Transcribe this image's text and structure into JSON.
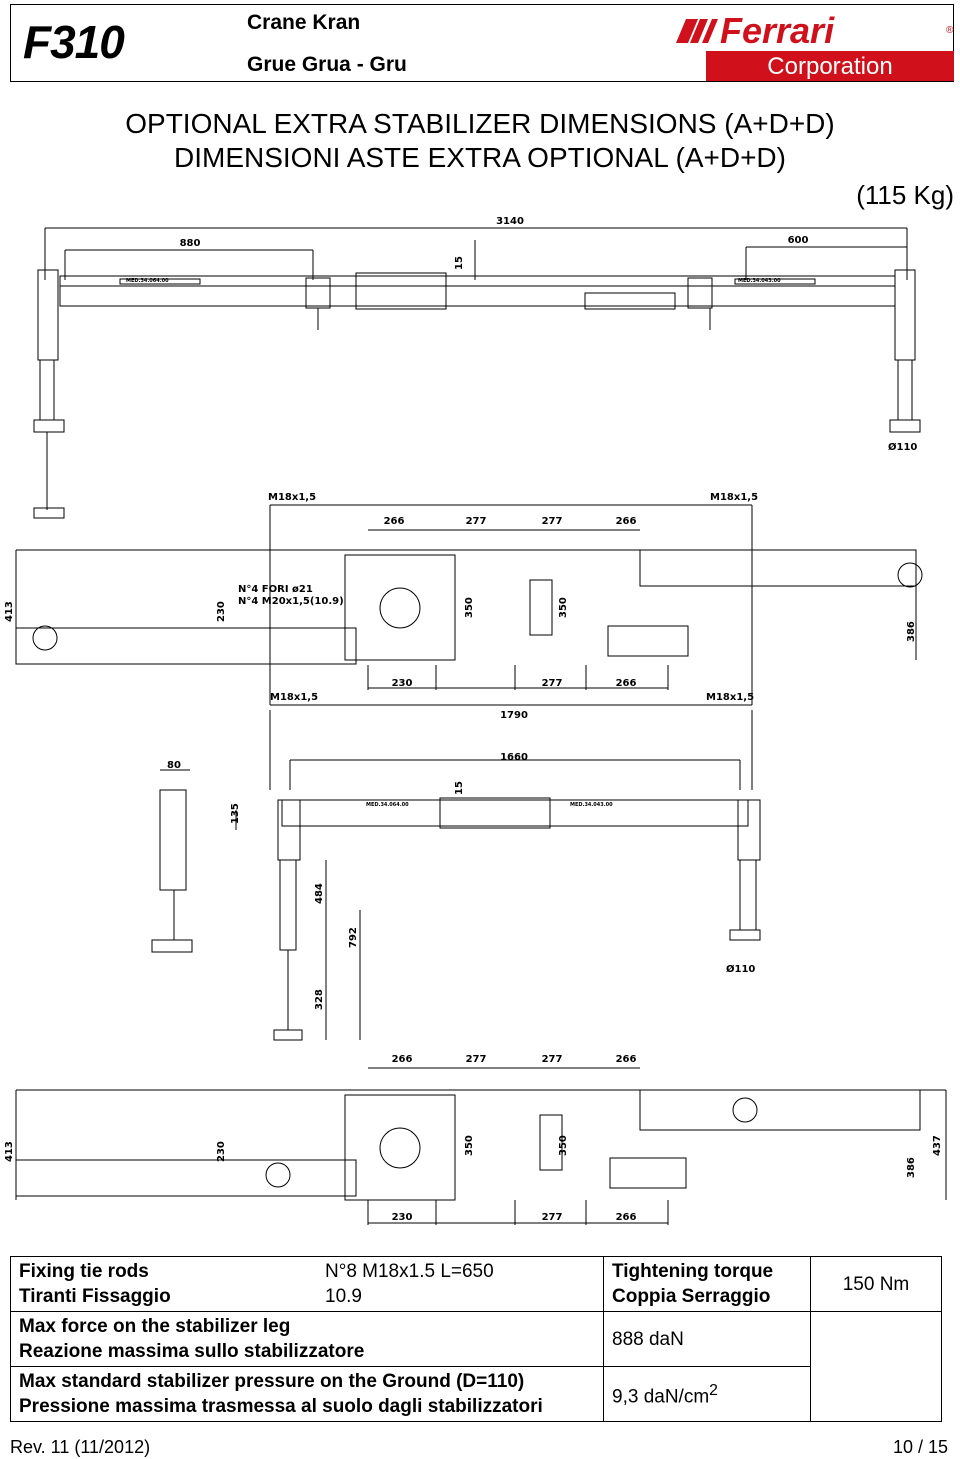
{
  "header": {
    "model": "F310",
    "line1": "Crane   Kran",
    "line2": "Grue   Grua - Gru",
    "brand": "Ferrari",
    "brand_sub": "Corporation",
    "registered": "®"
  },
  "titles": {
    "title_en": "OPTIONAL EXTRA STABILIZER DIMENSIONS (A+D+D)",
    "title_it": "DIMENSIONI ASTE EXTRA OPTIONAL (A+D+D)",
    "weight": "(115 Kg)"
  },
  "drawing": {
    "top_view": {
      "dim_total": "3140",
      "dim_left": "880",
      "dim_right": "600",
      "dim_small": "15",
      "dim_foot": "Ø110",
      "note_left": "MED.34.064.00",
      "note_right": "MED.34.043.00"
    },
    "plan_view_1": {
      "thread_tl": "M18x1,5",
      "thread_tr": "M18x1,5",
      "thread_bl": "M18x1,5",
      "thread_br": "M18x1,5",
      "dims_top": [
        "266",
        "277",
        "277",
        "266"
      ],
      "dims_bottom": [
        "230",
        "277",
        "266"
      ],
      "note_holes": "N°4 FORI ø21",
      "note_bolts": "N°4 M20x1,5(10.9)",
      "dim_413": "413",
      "dim_230": "230",
      "dim_350a": "350",
      "dim_350b": "350",
      "dim_386": "386"
    },
    "side_view": {
      "dim_1790": "1790",
      "dim_1660": "1660",
      "dim_80": "80",
      "dim_135": "135",
      "dim_15": "15",
      "dim_484": "484",
      "dim_792": "792",
      "dim_328": "328",
      "dim_foot": "Ø110",
      "note_left": "MED.34.064.00",
      "note_right": "MED.34.043.00"
    },
    "plan_view_2": {
      "dims_top": [
        "266",
        "277",
        "277",
        "266"
      ],
      "dims_bottom": [
        "230",
        "277",
        "266"
      ],
      "dim_413": "413",
      "dim_230": "230",
      "dim_350a": "350",
      "dim_350b": "350",
      "dim_386": "386",
      "dim_437": "437"
    }
  },
  "spec": {
    "row1_label_en": "Fixing tie rods",
    "row1_label_it": "Tiranti  Fissaggio",
    "row1_value_a": "N°8 M18x1.5  L=650",
    "row1_value_b": "10.9",
    "row1_torque_en": "Tightening torque",
    "row1_torque_it": "Coppia Serraggio",
    "row1_torque_value": "150 Nm",
    "row2_label_en": "Max force on the stabilizer leg",
    "row2_label_it": "Reazione massima sullo stabilizzatore",
    "row2_value": "888 daN",
    "row3_label_en": "Max standard stabilizer pressure on the Ground (D=110)",
    "row3_label_it": "Pressione massima trasmessa al suolo dagli stabilizzatori",
    "row3_value": "9,3 daN/cm",
    "row3_unit_sup": "2"
  },
  "footer": {
    "revision": "Rev. 11  (11/2012)",
    "page": "10 / 15"
  },
  "colors": {
    "brand_red": "#d0111b",
    "line": "#000000"
  }
}
